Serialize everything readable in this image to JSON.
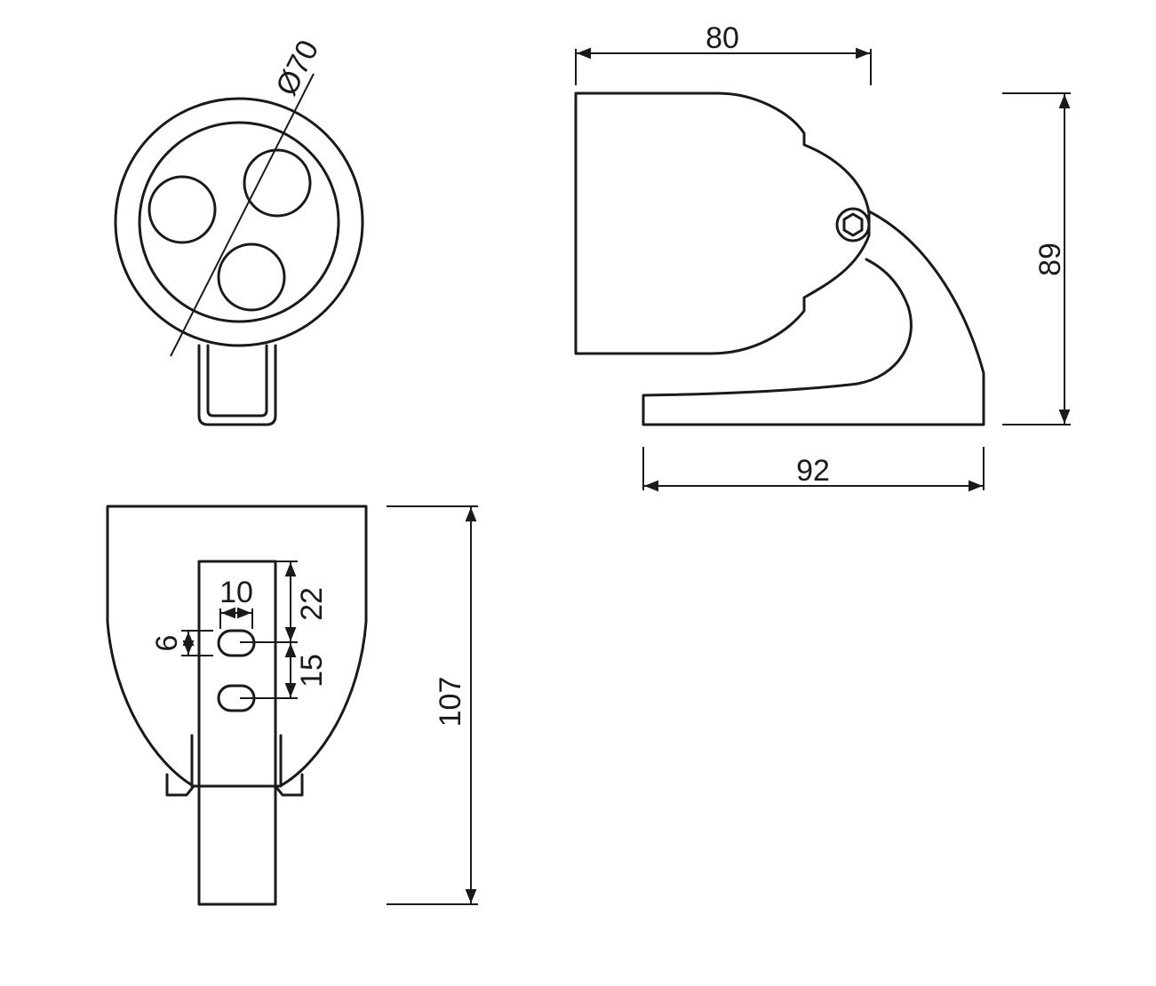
{
  "dimensions": {
    "diameter": "Ø70",
    "top_width": "80",
    "side_height": "89",
    "base_width": "92",
    "total_height": "107",
    "slot_spacing": "10",
    "slot_height": "6",
    "top_offset": "22",
    "slot_pitch": "15"
  },
  "colors": {
    "stroke": "#1a1a1a",
    "background": "#ffffff"
  }
}
